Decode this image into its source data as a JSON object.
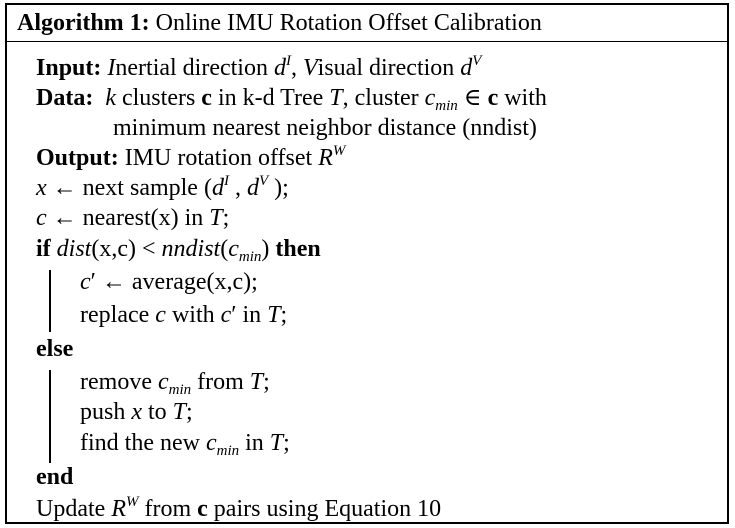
{
  "algorithm": {
    "label": "Algorithm 1:",
    "title": "Online IMU Rotation Offset Calibration"
  },
  "input": {
    "kw": "Input:",
    "var1": "I",
    "text1": "nertial direction ",
    "d": "d",
    "sup_I": "I",
    "sep": ", ",
    "var2": "V",
    "text2": "isual direction ",
    "sup_V": "V"
  },
  "data": {
    "kw": "Data:",
    "k": "k",
    "text1": " clusters ",
    "c": "c",
    "text2": " in k-d Tree ",
    "T": "T",
    "text3": ", cluster ",
    "cmin": "c",
    "min": "min",
    "text4": " ∈ ",
    "text5": " with",
    "line2": "minimum nearest neighbor distance (nndist)"
  },
  "output": {
    "kw": "Output:",
    "text": "IMU rotation offset ",
    "R": "R",
    "sup_W": "W"
  },
  "step1": {
    "x": "x",
    "text1": " ← next sample (",
    "d1": "d",
    "sup_I": "I",
    "text2": " , ",
    "d2": "d",
    "sup_V": "V",
    "text3": " );"
  },
  "step2": {
    "c": "c",
    "text1": " ← nearest(x) in ",
    "T": "T",
    "text2": ";"
  },
  "if": {
    "kw": "if",
    "dist": "dist",
    "args": "(x,c)",
    "lt": " < ",
    "nndist": "nndist",
    "open": "(",
    "c": "c",
    "min": "min",
    "close": ")",
    "then": "then"
  },
  "then1": {
    "c": "c",
    "prime": "′",
    "text": " ← average(x,c);"
  },
  "then2": {
    "text1": "replace ",
    "c": "c",
    "text2": " with ",
    "c2": "c",
    "prime": "′",
    "text3": " in ",
    "T": "T",
    "text4": ";"
  },
  "else": {
    "kw": "else"
  },
  "else1": {
    "text1": "remove ",
    "c": "c",
    "min": "min",
    "text2": " from ",
    "T": "T",
    "text3": ";"
  },
  "else2": {
    "text1": "push ",
    "x": "x",
    "text2": " to ",
    "T": "T",
    "text3": ";"
  },
  "else3": {
    "text1": "find the new ",
    "c": "c",
    "min": "min",
    "text2": " in ",
    "T": "T",
    "text3": ";"
  },
  "end": {
    "kw": "end"
  },
  "update": {
    "text1": "Update ",
    "R": "R",
    "sup_W": "W",
    "text2": " from ",
    "c": "c",
    "text3": " pairs using Equation 10"
  }
}
